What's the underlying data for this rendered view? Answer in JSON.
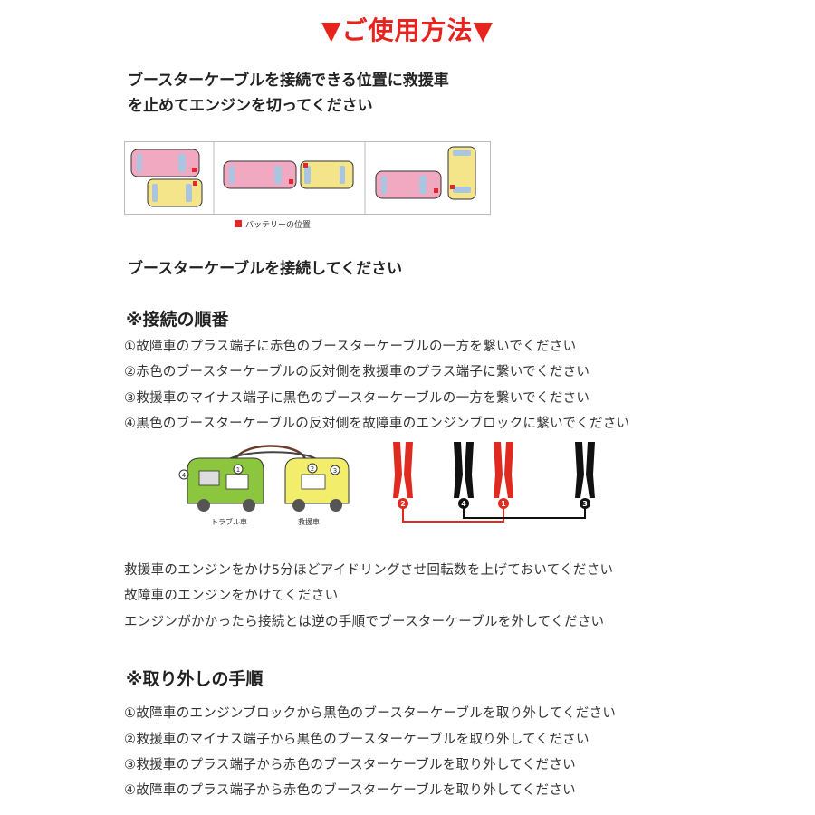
{
  "title": "▼ご使用方法▼",
  "intro": {
    "line1": "ブースターケーブルを接続できる位置に救援車",
    "line2": "を止めてエンジンを切ってください"
  },
  "figure1": {
    "legend": "バッテリーの位置"
  },
  "connect_instruction": "ブースターケーブルを接続してください",
  "connect_section": {
    "heading": "※接続の順番",
    "steps": [
      "①故障車のプラス端子に赤色のブースターケーブルの一方を繋いでください",
      "②赤色のブースターケーブルの反対側を救援車のプラス端子に繋いでください",
      "③救援車のマイナス端子に黒色のブースターケーブルの一方を繋いでください",
      "④黒色のブースターケーブルの反対側を故障車のエンジンブロックに繋いでください"
    ]
  },
  "figure2": {
    "trouble_label": "トラブル車",
    "rescue_label": "救援車",
    "nums": [
      "1",
      "2",
      "3",
      "4"
    ]
  },
  "after_steps": [
    "救援車のエンジンをかけ5分ほどアイドリングさせ回転数を上げておいてください",
    "故障車のエンジンをかけてください",
    "エンジンがかかったら接続とは逆の手順でブースターケーブルを外してください"
  ],
  "remove_section": {
    "heading": "※取り外しの手順",
    "steps": [
      "①故障車のエンジンブロックから黒色のブースターケーブルを取り外してください",
      "②救援車のマイナス端子から黒色のブースターケーブルを取り外してください",
      "③救援車のプラス端子から赤色のブースターケーブルを取り外してください",
      "④故障車のプラス端子から赤色のブースターケーブルを取り外してください"
    ]
  },
  "colors": {
    "title_red": "#e8231d",
    "clamp_red": "#e02a20",
    "clamp_black": "#111111",
    "car_pink": "#f0a9c0",
    "car_yellow": "#f4e58a",
    "battery_red": "#e3262b",
    "trouble_car_green": "#8cc63f",
    "rescue_car_yellow": "#f2ee6b"
  },
  "icons": [
    "clamp-red-icon",
    "clamp-black-icon",
    "car-icon",
    "battery-icon"
  ]
}
